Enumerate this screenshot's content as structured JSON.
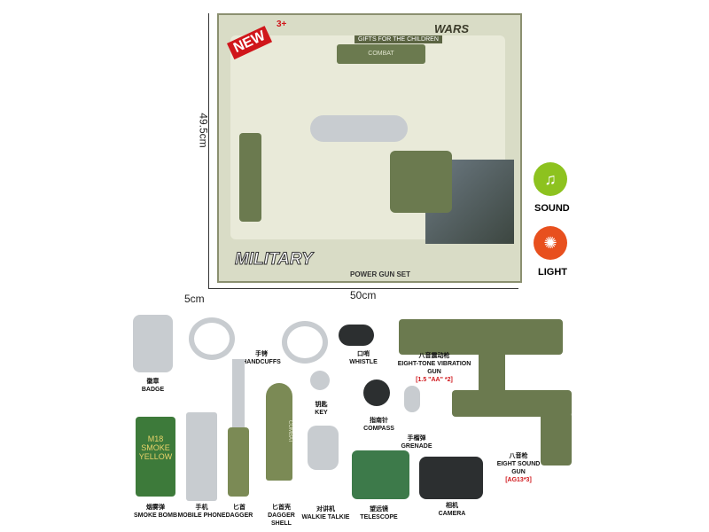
{
  "box": {
    "badge_new": "NEW",
    "age": "3+",
    "brand": "WARS",
    "tagline": "GIFTS FOR THE CHILDREN",
    "title": "MILITARY",
    "subtitle": "POWER GUN SET",
    "gun_text": "COMBAT"
  },
  "dimensions": {
    "height": "49.5cm",
    "width": "50cm",
    "depth": "5cm"
  },
  "features": [
    {
      "label": "SOUND",
      "color": "#8dc21f"
    },
    {
      "label": "LIGHT",
      "color": "#e8501e"
    }
  ],
  "items": [
    {
      "cn": "徽章",
      "en": "BADGE"
    },
    {
      "cn": "手铐",
      "en": "HANDCUFFS"
    },
    {
      "cn": "口哨",
      "en": "WHISTLE"
    },
    {
      "cn": "八音震动枪",
      "en": "EIGHT-TONE VIBRATION GUN",
      "note": "[1.5 \"AA\" *2]"
    },
    {
      "cn": "钥匙",
      "en": "KEY"
    },
    {
      "cn": "指南针",
      "en": "COMPASS"
    },
    {
      "cn": "手榴弹",
      "en": "GRENADE"
    },
    {
      "cn": "八音枪",
      "en": "EIGHT SOUND GUN",
      "note": "[AG13*3]"
    },
    {
      "cn": "烟雾弹",
      "en": "SMOKE BOMB",
      "print": "M18 SMOKE YELLOW"
    },
    {
      "cn": "手机",
      "en": "MOBILE PHONE"
    },
    {
      "cn": "匕首",
      "en": "DAGGER"
    },
    {
      "cn": "匕首壳",
      "en": "DAGGER SHELL",
      "print": "COMBAT"
    },
    {
      "cn": "对讲机",
      "en": "WALKIE TALKIE"
    },
    {
      "cn": "望远镜",
      "en": "TELESCOPE"
    },
    {
      "cn": "相机",
      "en": "CAMERA"
    }
  ]
}
